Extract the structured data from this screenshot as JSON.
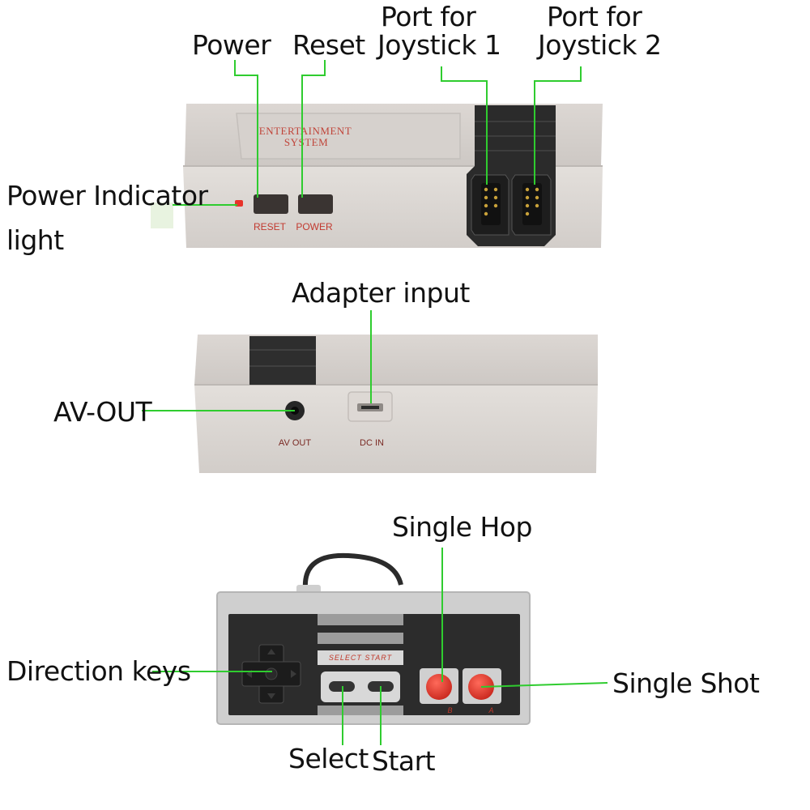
{
  "callouts": {
    "power": "Power",
    "reset": "Reset",
    "port1_line1": "Port for",
    "port1_line2": "Joystick 1",
    "port2_line1": "Port for",
    "port2_line2": "Joystick 2",
    "power_indicator_line1": "Power Indicator",
    "power_indicator_line2": "light",
    "adapter_input": "Adapter input",
    "av_out": "AV-OUT",
    "single_hop": "Single Hop",
    "direction_keys": "Direction keys",
    "single_shot": "Single Shot",
    "select": "Select",
    "start": "Start"
  },
  "console_front": {
    "emblem_line1": "ENTERTAINMENT",
    "emblem_line2": "SYSTEM",
    "reset_label": "RESET",
    "power_label": "POWER"
  },
  "console_back": {
    "av_out_label": "AV OUT",
    "dc_in_label": "DC IN"
  },
  "controller": {
    "select_start_label": "SELECT START",
    "b_label": "B",
    "a_label": "A"
  },
  "colors": {
    "leader_line": "#2fcc2f",
    "body_gray": "#d9d4d0",
    "port_black": "#2a2a2a",
    "button_red": "#e03a2e",
    "print_red": "#c23a30"
  }
}
